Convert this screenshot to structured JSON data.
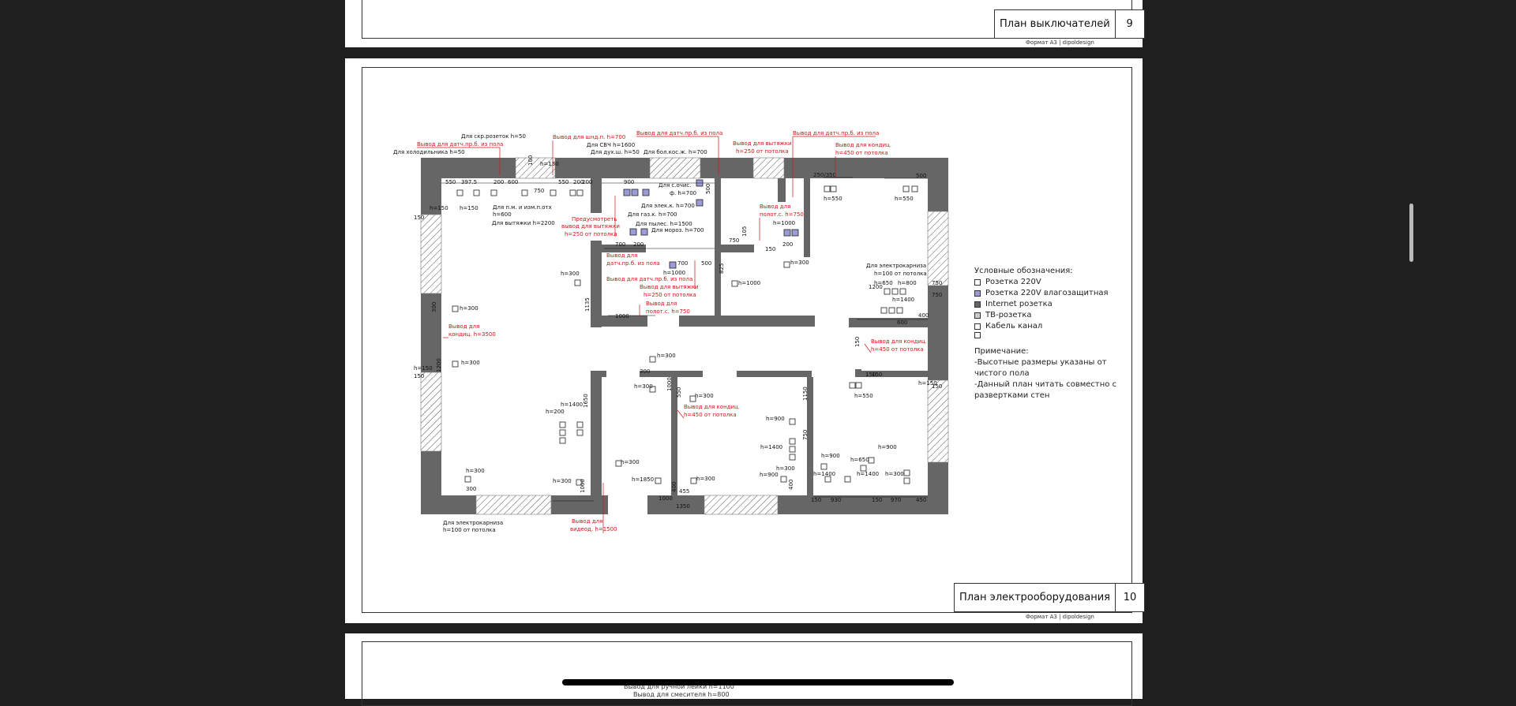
{
  "page_top": {
    "title": "План выключателей",
    "number": "9",
    "format": "Формат А3 | dipoldesign"
  },
  "page_main": {
    "title": "План электрооборудования",
    "number": "10",
    "format": "Формат А3 | dipoldesign"
  },
  "page_bottom": {
    "lines": [
      "Вывод для ручной лейки h=1100",
      "Вывод для смесителя h=800"
    ]
  },
  "legend": {
    "heading": "Условные обозначения:",
    "items": [
      {
        "label": "Розетка 220V",
        "icon": "socket-icon"
      },
      {
        "label": "Розетка 220V влагозащитная",
        "icon": "wet-socket-icon"
      },
      {
        "label": "Internet розетка",
        "icon": "internet-socket-icon"
      },
      {
        "label": "ТВ-розетка",
        "icon": "tv-socket-icon"
      },
      {
        "label": "Кабель канал",
        "icon": "cable-channel-icon"
      }
    ],
    "note_heading": "Примечание:",
    "notes": [
      "-Высотные размеры указаны от",
      "чистого пола",
      "-Данный план читать совместно с",
      "развертками стен"
    ]
  },
  "plan_labels_black": [
    "Для скр.розеток h=50",
    "Для холодильника h=50",
    "Для СВЧ h=1600",
    "Для дух.ш. h=50",
    "Для бол.кос.ж. h=700",
    "Для п.м. и изм.п.отх",
    "h=600",
    "Для вытяжки h=2200",
    "Для с.очис.",
    "ф. h=700",
    "Для элек.к. h=700",
    "Для газ.к. h=700",
    "Для пылес. h=1500",
    "Для мороз. h=700",
    "Для электрокарниза",
    "h=100 от потолка"
  ],
  "plan_labels_red": [
    "Вывод для датч.пр.б. из пола",
    "Вывод для шнд.п. h=700",
    "Вывод для датч.пр.б. из пола",
    "Вывод для вытяжки",
    "h=250 от потолка",
    "Вывод для датч.пр.б. из пола",
    "Вывод для кондиц.",
    "h=450 от потолка",
    "Предусмотреть",
    "вывод для вытяжки",
    "h=250 от потолка",
    "Вывод для",
    "полот.с. h=750",
    "Вывод для кондиц.",
    "h=3500",
    "Вывод для кондиц.",
    "h=450 от потолка",
    "Вывод для",
    "видеод. h=1500",
    "Вывод для кондиц.",
    "h=450 от потолка"
  ],
  "plan_heights": [
    "h=150",
    "h=150",
    "h=300",
    "h=300",
    "h=300",
    "h=150",
    "h=550",
    "h=550",
    "h=1000",
    "h=300",
    "h=1000",
    "h=650",
    "h=800",
    "h=1400",
    "h=300",
    "h=300",
    "h=300",
    "h=1400",
    "h=200",
    "h=300",
    "h=1850",
    "h=300",
    "h=900",
    "h=1400",
    "h=900",
    "h=300",
    "h=650",
    "h=900",
    "h=1400",
    "h=300",
    "h=550",
    "h=300",
    "h=150"
  ],
  "plan_dims": [
    "550",
    "397.5",
    "600",
    "750",
    "550",
    "200",
    "900",
    "700",
    "500",
    "750",
    "150",
    "1000",
    "700",
    "1000",
    "500",
    "825",
    "1135",
    "450",
    "600",
    "400",
    "750",
    "150",
    "1150",
    "750",
    "450",
    "930",
    "150",
    "1150",
    "600"
  ]
}
